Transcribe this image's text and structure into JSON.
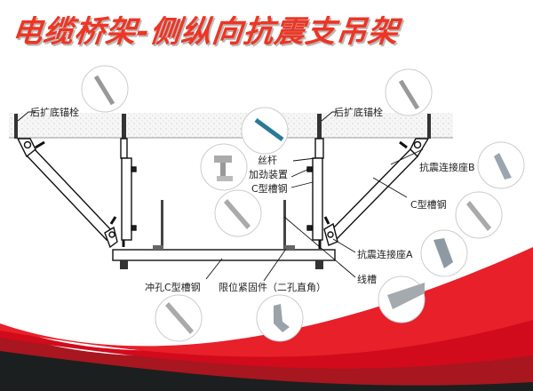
{
  "title": "电缆桥架-侧纵向抗震支吊架",
  "labels": {
    "anchor_bolt_left": "后扩底锚栓",
    "anchor_bolt_right": "后扩底锚栓",
    "threaded_rod": "丝杆",
    "stiffener": "加劲装置",
    "c_channel_vertical": "C型槽钢",
    "seismic_connector_b": "抗震连接座B",
    "c_channel_diagonal": "C型槽钢",
    "seismic_connector_a": "抗震连接座A",
    "cable_tray": "线槽",
    "perforated_c_channel": "冲孔C型槽钢",
    "limit_fastener": "限位紧固件（二孔直角）"
  },
  "components": [
    {
      "name": "anchor-bolt",
      "label": "后扩底锚栓"
    },
    {
      "name": "threaded-rod",
      "label": "丝杆"
    },
    {
      "name": "stiffener",
      "label": "加劲装置"
    },
    {
      "name": "c-channel",
      "label": "C型槽钢"
    },
    {
      "name": "seismic-connector-b",
      "label": "抗震连接座B"
    },
    {
      "name": "seismic-connector-a",
      "label": "抗震连接座A"
    },
    {
      "name": "cable-tray",
      "label": "线槽"
    },
    {
      "name": "perforated-c-channel",
      "label": "冲孔C型槽钢"
    },
    {
      "name": "limit-fastener",
      "label": "限位紧固件（二孔直角）"
    }
  ],
  "colors": {
    "title": "#ee3524",
    "title_shadow": "#b9b9b9",
    "wave_red_bright": "#e8202a",
    "wave_red_mid": "#d10a1c",
    "wave_red_dark": "#a8161f",
    "wave_black": "#1c1f1f",
    "ceiling": "#f2f2f2"
  }
}
